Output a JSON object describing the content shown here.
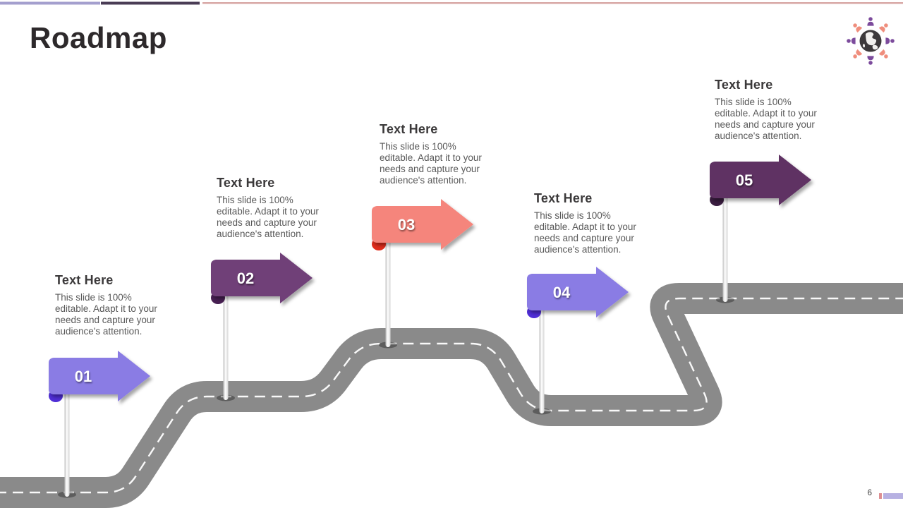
{
  "slide": {
    "title": "Roadmap",
    "page_number": "6"
  },
  "milestones": [
    {
      "number": "01",
      "heading": "Text Here",
      "description": "This slide is 100% editable. Adapt it to your needs and capture your audience's attention.",
      "flag_color": "#8a7ce4",
      "curl_color": "#4f2ed6"
    },
    {
      "number": "02",
      "heading": "Text Here",
      "description": "This slide is 100% editable. Adapt it to your needs and capture your audience's attention.",
      "flag_color": "#6f4078",
      "curl_color": "#471f52"
    },
    {
      "number": "03",
      "heading": "Text Here",
      "description": "This slide is 100% editable. Adapt it to your needs and capture your audience's attention.",
      "flag_color": "#f5857b",
      "curl_color": "#e02c1c"
    },
    {
      "number": "04",
      "heading": "Text Here",
      "description": "This slide is 100% editable. Adapt it to your needs and capture your audience's attention.",
      "flag_color": "#8a7ce4",
      "curl_color": "#4f2ed6"
    },
    {
      "number": "05",
      "heading": "Text Here",
      "description": "This slide is 100% editable. Adapt it to your needs and capture your audience's attention.",
      "flag_color": "#5e3263",
      "curl_color": "#3a1d40"
    }
  ],
  "road": {
    "asphalt_color": "#8a8a8a",
    "lane_line_color": "#ffffff"
  },
  "decor": {
    "top_bar_color_1": "#a49fce",
    "top_bar_color_2": "#4a3c55",
    "top_bar_color_3": "#d9aaa8",
    "footer_tick_color": "#dd8f92",
    "footer_bar_color": "#b7b1e2"
  },
  "logo": {
    "globe_color": "#3d393b",
    "land_color": "#f2f0ee",
    "person_color_primary": "#7c4b9c",
    "person_color_secondary": "#ef8e7d"
  }
}
